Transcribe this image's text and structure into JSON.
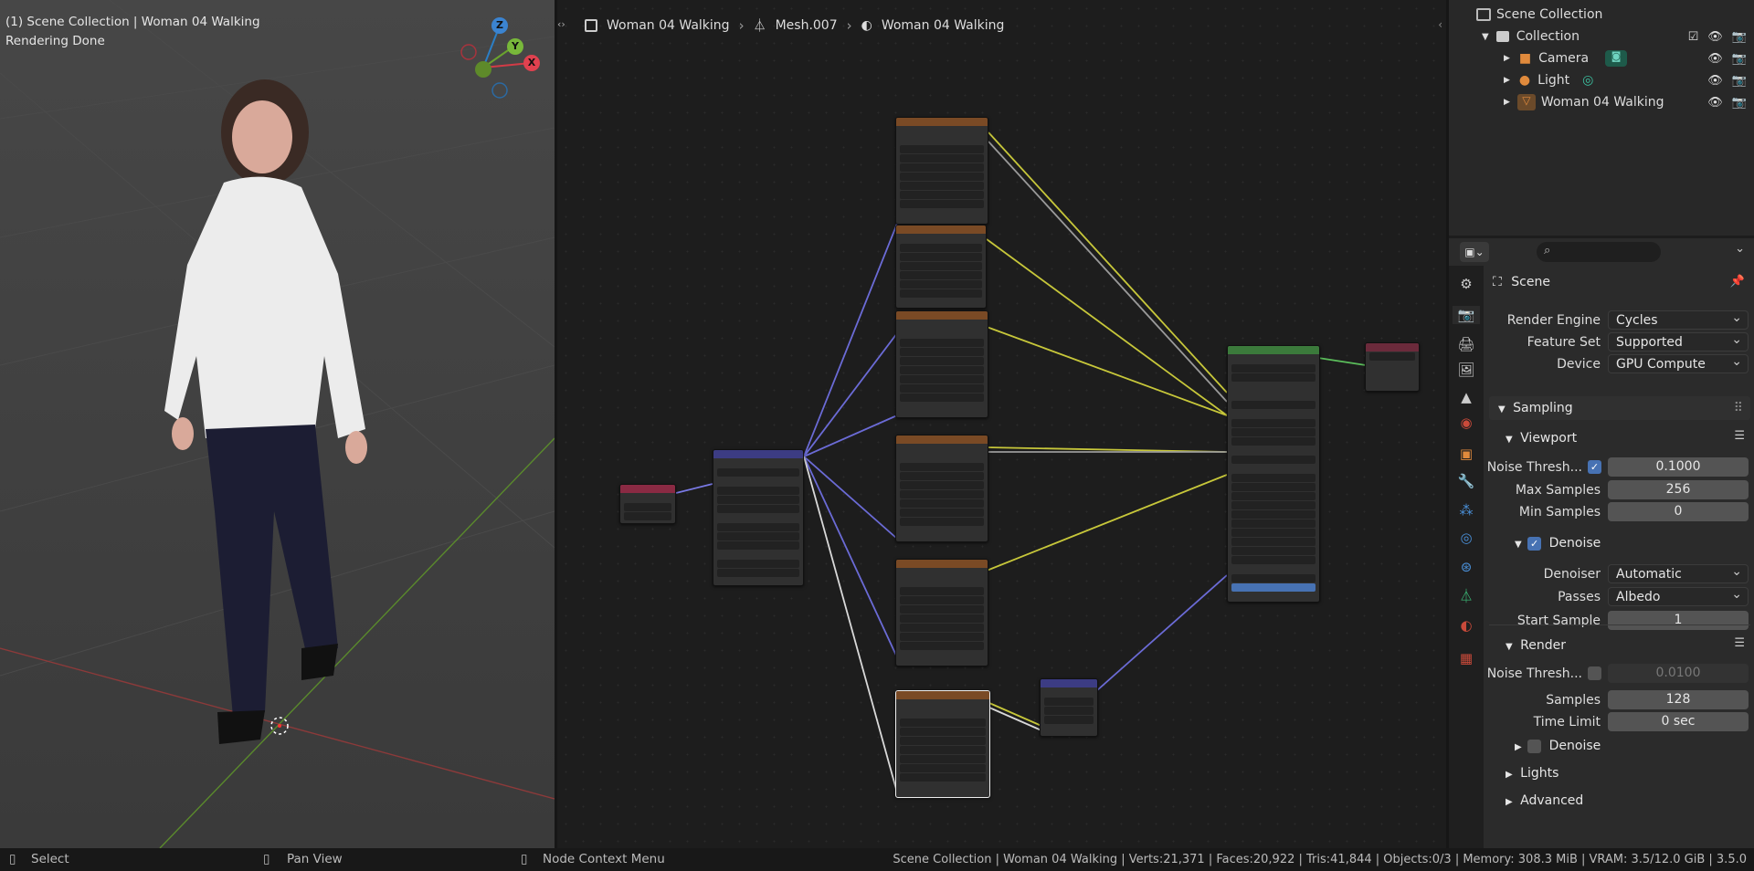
{
  "viewport": {
    "line1": "(1) Scene Collection | Woman 04 Walking",
    "line2": "Rendering Done",
    "gizmo": {
      "z": "Z",
      "y": "Y",
      "x": "X"
    }
  },
  "node_editor": {
    "breadcrumb": [
      {
        "icon": "object-icon",
        "label": "Woman 04 Walking"
      },
      {
        "icon": "mesh-icon",
        "label": "Mesh.007"
      },
      {
        "icon": "material-icon",
        "label": "Woman 04 Walking"
      }
    ]
  },
  "outliner": {
    "root": "Scene Collection",
    "collection": "Collection",
    "items": [
      {
        "label": "Camera",
        "icon": "camera-icon"
      },
      {
        "label": "Light",
        "icon": "light-icon"
      },
      {
        "label": "Woman 04 Walking",
        "icon": "mesh-object-icon"
      }
    ]
  },
  "properties": {
    "search_placeholder": "",
    "context": "Scene",
    "render_engine_label": "Render Engine",
    "render_engine": "Cycles",
    "feature_set_label": "Feature Set",
    "feature_set": "Supported",
    "device_label": "Device",
    "device": "GPU Compute",
    "sampling": "Sampling",
    "viewport": {
      "title": "Viewport",
      "noise_label": "Noise Thresh...",
      "noise_value": "0.1000",
      "max_label": "Max Samples",
      "max_value": "256",
      "min_label": "Min Samples",
      "min_value": "0",
      "denoise": "Denoise",
      "denoiser_label": "Denoiser",
      "denoiser": "Automatic",
      "passes_label": "Passes",
      "passes": "Albedo",
      "start_label": "Start Sample",
      "start_value": "1"
    },
    "render": {
      "title": "Render",
      "noise_label": "Noise Thresh...",
      "noise_value": "0.0100",
      "samples_label": "Samples",
      "samples_value": "128",
      "time_label": "Time Limit",
      "time_value": "0 sec",
      "denoise": "Denoise"
    },
    "lights": "Lights",
    "advanced": "Advanced"
  },
  "statusbar": {
    "select": "Select",
    "pan": "Pan View",
    "context": "Node Context Menu",
    "stats": "Scene Collection | Woman 04 Walking | Verts:21,371 | Faces:20,922 | Tris:41,844 | Objects:0/3 | Memory: 308.3 MiB | VRAM: 3.5/12.0 GiB | 3.5.0"
  },
  "colors": {
    "accent": "#4772b3",
    "texture_header": "#7a4a25",
    "bsdf_header": "#3b7a3b",
    "output_header": "#6b2a3b",
    "mapping_header": "#3c3c83"
  }
}
